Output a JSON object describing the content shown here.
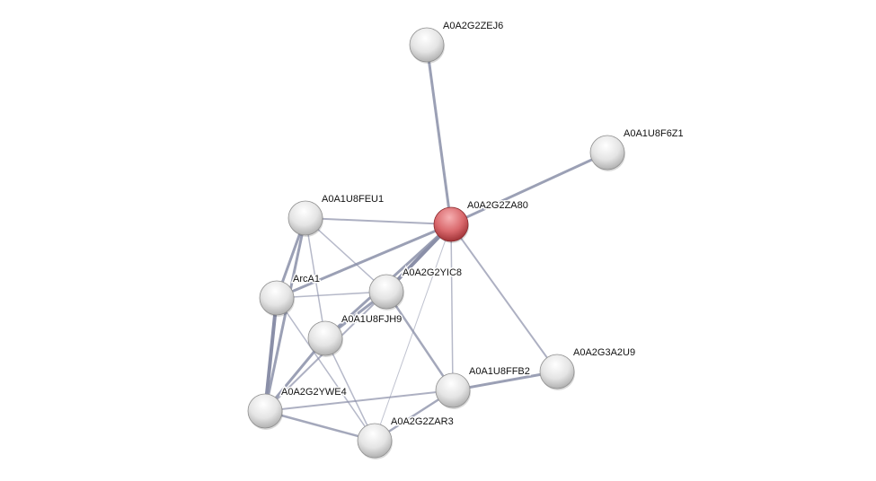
{
  "network": {
    "nodes": [
      {
        "id": "A0A2G2ZEJ6",
        "label": "A0A2G2ZEJ6",
        "query": false
      },
      {
        "id": "A0A1U8F6Z1",
        "label": "A0A1U8F6Z1",
        "query": false
      },
      {
        "id": "A0A2G2ZA80",
        "label": "A0A2G2ZA80",
        "query": true
      },
      {
        "id": "A0A1U8FEU1",
        "label": "A0A1U8FEU1",
        "query": false
      },
      {
        "id": "ArcA1",
        "label": "ArcA1",
        "query": false
      },
      {
        "id": "A0A2G2YIC8",
        "label": "A0A2G2YIC8",
        "query": false
      },
      {
        "id": "A0A1U8FJH9",
        "label": "A0A1U8FJH9",
        "query": false
      },
      {
        "id": "A0A1U8FFB2",
        "label": "A0A1U8FFB2",
        "query": false
      },
      {
        "id": "A0A2G3A2U9",
        "label": "A0A2G3A2U9",
        "query": false
      },
      {
        "id": "A0A2G2YWE4",
        "label": "A0A2G2YWE4",
        "query": false
      },
      {
        "id": "A0A2G2ZAR3",
        "label": "A0A2G2ZAR3",
        "query": false
      }
    ],
    "edges": [
      [
        "A0A2G2ZA80",
        "A0A2G2ZEJ6",
        3
      ],
      [
        "A0A2G2ZA80",
        "A0A1U8F6Z1",
        3
      ],
      [
        "A0A2G2ZA80",
        "A0A1U8FEU1",
        2
      ],
      [
        "A0A2G2ZA80",
        "ArcA1",
        3
      ],
      [
        "A0A2G2ZA80",
        "A0A2G2YIC8",
        4
      ],
      [
        "A0A2G2ZA80",
        "A0A1U8FJH9",
        3
      ],
      [
        "A0A2G2ZA80",
        "A0A1U8FFB2",
        1.5
      ],
      [
        "A0A2G2ZA80",
        "A0A2G3A2U9",
        2
      ],
      [
        "A0A2G2ZA80",
        "A0A2G2ZAR3",
        1
      ],
      [
        "A0A1U8FEU1",
        "ArcA1",
        3
      ],
      [
        "A0A1U8FEU1",
        "A0A2G2YIC8",
        1.5
      ],
      [
        "A0A1U8FEU1",
        "A0A1U8FJH9",
        1.5
      ],
      [
        "A0A1U8FEU1",
        "A0A2G2YWE4",
        3
      ],
      [
        "ArcA1",
        "A0A2G2YIC8",
        1.5
      ],
      [
        "ArcA1",
        "A0A2G2YWE4",
        4
      ],
      [
        "ArcA1",
        "A0A2G2ZAR3",
        1.5
      ],
      [
        "A0A2G2YIC8",
        "A0A1U8FJH9",
        3
      ],
      [
        "A0A2G2YIC8",
        "A0A1U8FFB2",
        2.5
      ],
      [
        "A0A2G2YIC8",
        "A0A2G2YWE4",
        2
      ],
      [
        "A0A1U8FJH9",
        "A0A2G2YWE4",
        3
      ],
      [
        "A0A1U8FJH9",
        "A0A2G2ZAR3",
        1.5
      ],
      [
        "A0A2G2YWE4",
        "A0A1U8FFB2",
        2
      ],
      [
        "A0A2G2YWE4",
        "A0A2G2ZAR3",
        2.5
      ],
      [
        "A0A1U8FFB2",
        "A0A2G3A2U9",
        3
      ],
      [
        "A0A1U8FFB2",
        "A0A2G2ZAR3",
        2.5
      ]
    ],
    "colors": {
      "edge": "#8a8fa8",
      "node": "#e6e6e6",
      "query_node": "#d9686c"
    }
  }
}
